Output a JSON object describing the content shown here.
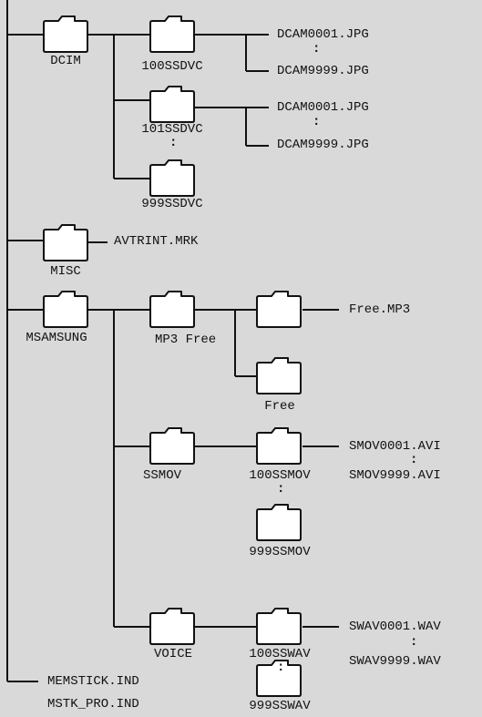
{
  "tree": {
    "dcim": {
      "label": "DCIM",
      "folder_100": {
        "label": "100SSDVC",
        "first_file": "DCAM0001.JPG",
        "last_file": "DCAM9999.JPG"
      },
      "folder_101": {
        "label": "101SSDVC",
        "first_file": "DCAM0001.JPG",
        "last_file": "DCAM9999.JPG"
      },
      "folder_999": {
        "label": "999SSDVC"
      }
    },
    "misc": {
      "label": "MISC",
      "file": "AVTRINT.MRK"
    },
    "msamsung": {
      "label": "MSAMSUNG",
      "mp3free": {
        "label": "MP3 Free",
        "file": "Free.MP3",
        "sub_label": "Free"
      },
      "ssmov": {
        "label": "SSMOV",
        "sub_first": "100SSMOV",
        "sub_last": "999SSMOV",
        "first_file": "SMOV0001.AVI",
        "last_file": "SMOV9999.AVI"
      },
      "voice": {
        "label": "VOICE",
        "sub_first": "100SSWAV",
        "sub_last": "999SSWAV",
        "first_file": "SWAV0001.WAV",
        "last_file": "SWAV9999.WAV"
      }
    },
    "root_files": [
      "MEMSTICK.IND",
      "MSTK_PRO.IND"
    ]
  },
  "ellipsis": ":"
}
